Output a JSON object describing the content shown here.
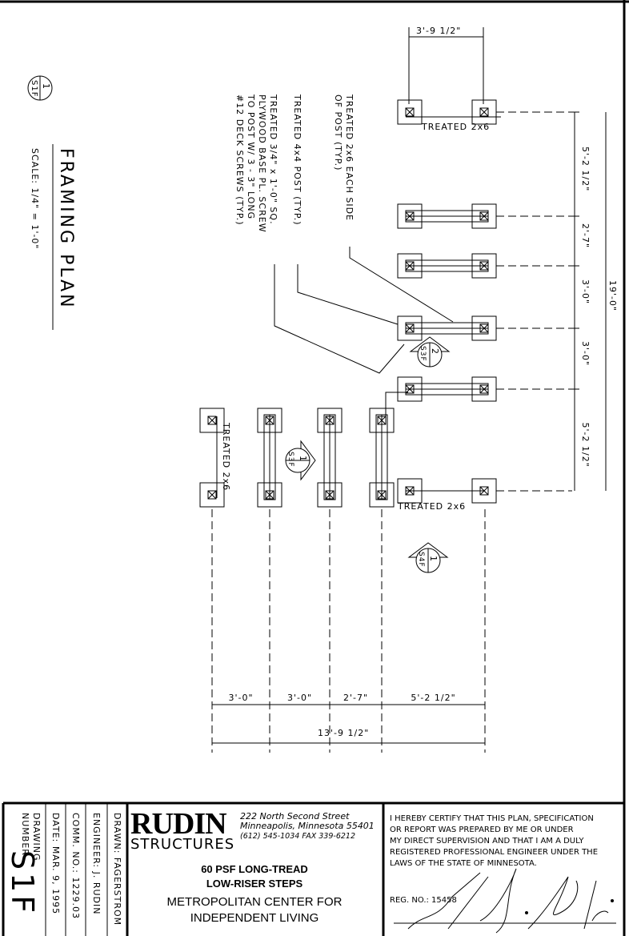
{
  "drawing": {
    "title": "FRAMING PLAN",
    "scale": "SCALE: 1/4\" = 1'-0\"",
    "detail_marker": {
      "number": "1",
      "sheet": "S1F"
    },
    "notes": {
      "note1": [
        "TREATED 2x6 EACH SIDE",
        "OF POST (TYP.)"
      ],
      "note2": [
        "TREATED 4x4 POST (TYP.)"
      ],
      "note3": [
        "TREATED 3/4\" x 1'-0\" SQ.",
        "PLYWOOD BASE PL. SCREW",
        "TO POST W/ 3 - 3\" LONG",
        "#12 DECK SCREWS (TYP.)"
      ]
    },
    "board_labels": {
      "top": "TREATED 2x6",
      "bottom": "TREATED 2x6",
      "left": "TREATED 2x6"
    },
    "section_markers": [
      {
        "number": "2",
        "sheet": "S3F"
      },
      {
        "number": "1",
        "sheet": "S3F"
      },
      {
        "number": "1",
        "sheet": "S4F"
      }
    ],
    "dimensions": {
      "top": "3'-9 1/2\"",
      "right_chain": [
        "5'-2 1/2\"",
        "2'-7\"",
        "3'-0\"",
        "3'-0\"",
        "5'-2 1/2\""
      ],
      "right_overall": "19'-0\"",
      "bottom_chain": [
        "3'-0\"",
        "3'-0\"",
        "2'-7\"",
        "5'-2 1/2\""
      ],
      "bottom_overall": "13'-9 1/2\""
    }
  },
  "title_block": {
    "drawing_number_label": [
      "DRAWING",
      "NUMBER"
    ],
    "drawing_number": "S1F",
    "date": "DATE: MAR. 9, 1995",
    "comm_no": "COMM. NO.: 1229.03",
    "engineer": "ENGINEER: J. RUDIN",
    "drawn": "DRAWN: FAGERSTROM",
    "company": {
      "name": "RUDIN",
      "subtitle": "STRUCTURES",
      "address": [
        "222 North Second Street",
        "Minneapolis, Minnesota 55401",
        "(612) 545-1034   FAX 339-6212"
      ]
    },
    "project_title": [
      "60 PSF LONG-TREAD",
      "LOW-RISER STEPS"
    ],
    "client": [
      "METROPOLITAN CENTER FOR",
      "INDEPENDENT LIVING"
    ],
    "certification": [
      "I HEREBY CERTIFY THAT THIS PLAN, SPECIFICATION",
      "OR REPORT WAS PREPARED BY ME OR UNDER",
      "MY DIRECT SUPERVISION AND THAT I AM A DULY",
      "REGISTERED PROFESSIONAL ENGINEER UNDER THE",
      "LAWS OF THE STATE OF MINNESOTA."
    ],
    "reg_no": "REG. NO.: 15458"
  }
}
